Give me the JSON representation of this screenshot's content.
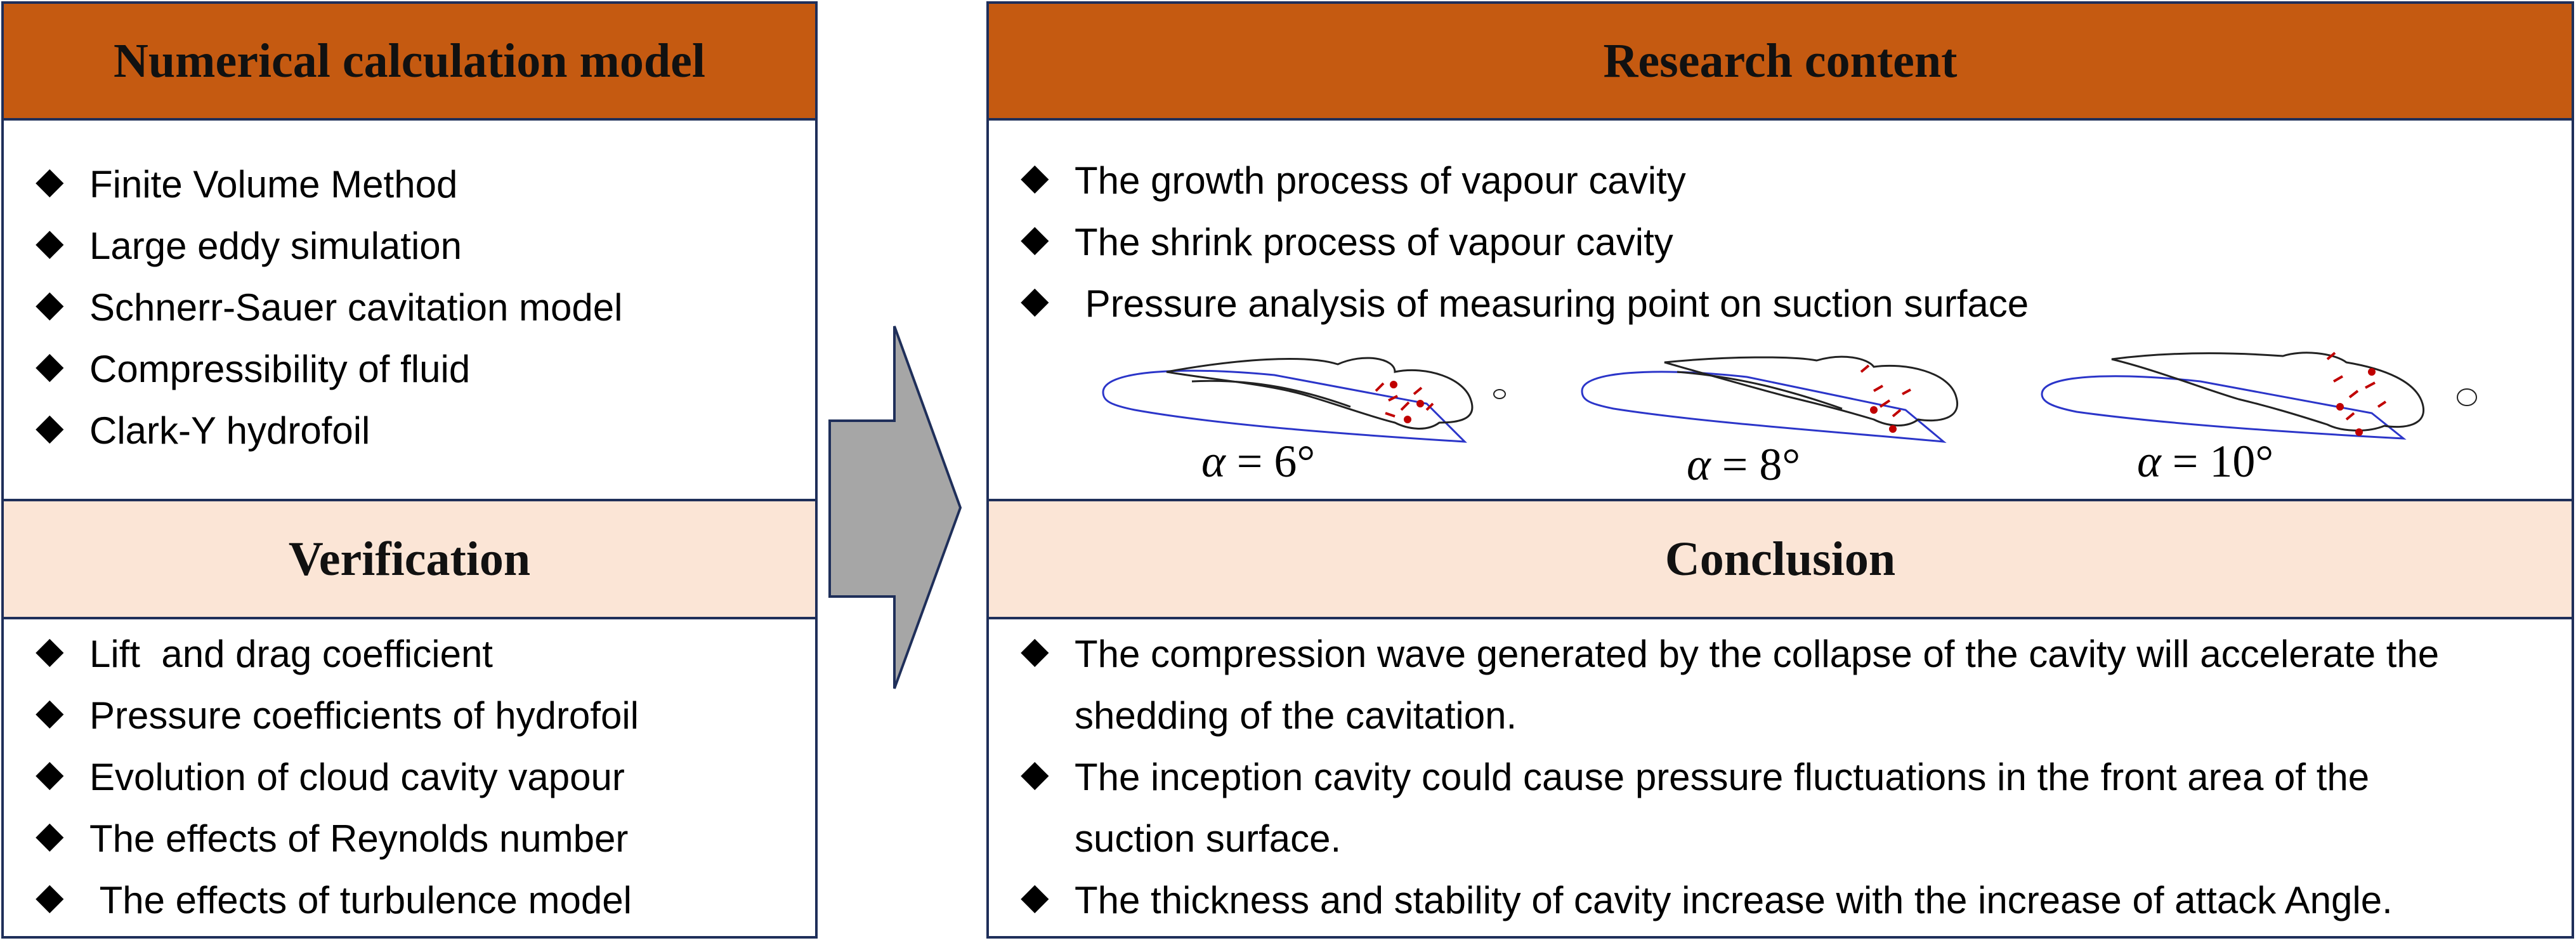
{
  "left_panel": {
    "model_title": "Numerical calculation model",
    "model_items": [
      "Finite Volume Method",
      "Large eddy simulation",
      "Schnerr-Sauer cavitation model",
      "Compressibility of fluid",
      "Clark-Y hydrofoil"
    ],
    "verification_title": "Verification",
    "verification_items": [
      "Lift  and drag coefficient",
      "Pressure coefficients of hydrofoil",
      "Evolution of cloud cavity vapour",
      "The effects of Reynolds number",
      " The effects of turbulence model"
    ]
  },
  "right_panel": {
    "research_title": "Research content",
    "research_items": [
      "The growth process of vapour cavity",
      "The shrink process of vapour cavity",
      " Pressure analysis of measuring point on suction surface"
    ],
    "figures": [
      {
        "symbol": "α",
        "value": " = 6°"
      },
      {
        "symbol": "α",
        "value": " = 8°"
      },
      {
        "symbol": "α",
        "value": " = 10°"
      }
    ],
    "conclusion_title": "Conclusion",
    "conclusion_items": [
      "The compression wave generated by the collapse of the cavity will accelerate the",
      "shedding of the cavitation.",
      "The inception cavity could cause pressure fluctuations in the front area of the",
      "suction surface.",
      "The thickness and stability of cavity increase with the increase of attack Angle."
    ]
  },
  "bullet_glyph": "◆",
  "colors": {
    "header_dark": "#c55a11",
    "header_light": "#fbe5d6",
    "border": "#1f2f5a",
    "arrow": "#a6a6a6"
  }
}
